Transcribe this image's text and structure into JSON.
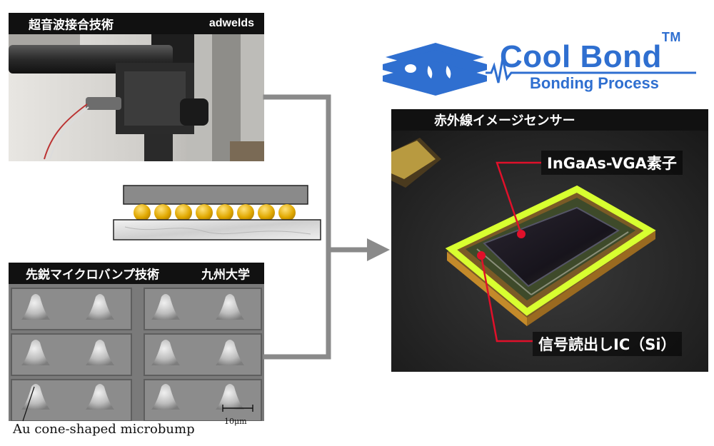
{
  "panel_top": {
    "title": "超音波接合技術",
    "brand": "adwelds"
  },
  "panel_bottom": {
    "title": "先鋭マイクロバンプ技術",
    "org": "九州大学",
    "caption": "Au cone-shaped microbump",
    "scale_label": "10μm"
  },
  "logo": {
    "name": "Cool Bond",
    "trademark": "TM",
    "subtitle": "Bonding Process"
  },
  "panel_right": {
    "title": "赤外線イメージセンサー",
    "label_device": "InGaAs-VGA素子",
    "label_ic": "信号読出しIC（Si）"
  },
  "colors": {
    "logo_blue": "#2f6fd0",
    "connector_gray": "#8a8a8a",
    "bump_gold": "#e0a800",
    "callout_red": "#e0102a",
    "glow_yellow": "#d8ff30"
  }
}
